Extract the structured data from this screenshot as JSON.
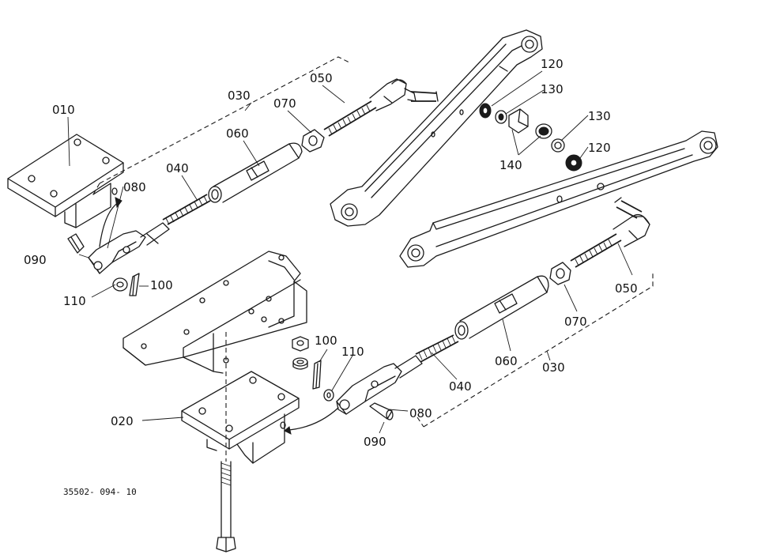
{
  "drawing_code": "35502- 094- 10",
  "callouts": {
    "c010": "010",
    "c020": "020",
    "c030a": "030",
    "c030b": "030",
    "c040a": "040",
    "c040b": "040",
    "c050a": "050",
    "c050b": "050",
    "c060a": "060",
    "c060b": "060",
    "c070a": "070",
    "c070b": "070",
    "c080a": "080",
    "c080b": "080",
    "c090a": "090",
    "c090b": "090",
    "c100a": "100",
    "c100b": "100",
    "c110a": "110",
    "c110b": "110",
    "c120a": "120",
    "c120b": "120",
    "c130a": "130",
    "c130b": "130",
    "c140": "140"
  }
}
